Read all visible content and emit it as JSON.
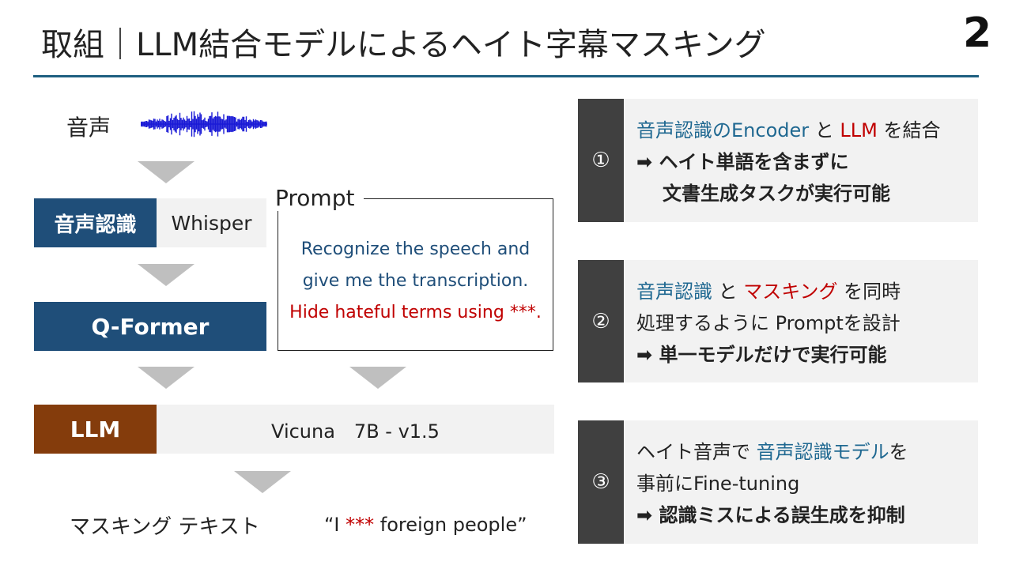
{
  "header": {
    "title": "取組｜LLM結合モデルによるヘイト字幕マスキング",
    "page_number": "2"
  },
  "flow": {
    "audio_label": "音声",
    "asr_label": "音声認識",
    "asr_model": "Whisper",
    "qformer_label": "Q-Former",
    "llm_label": "LLM",
    "llm_model": "Vicuna　7B - v1.5",
    "prompt": {
      "label": "Prompt",
      "line1": "Recognize the speech and",
      "line2": "give me the transcription.",
      "line3": "Hide hateful terms using ***."
    },
    "output_label": "マスキング テキスト",
    "output_example": {
      "open": "“I ",
      "masked": "***",
      "rest": " foreign people”"
    }
  },
  "cards": [
    {
      "number": "①",
      "l1a": "音声認識のEncoder",
      "l1b": " と ",
      "l1c": "LLM",
      "l1d": " を結合",
      "l2": "➡ ヘイト単語を含まずに",
      "l3": "文書生成タスクが実行可能"
    },
    {
      "number": "②",
      "l1a": "音声認識",
      "l1b": " と ",
      "l1c": "マスキング",
      "l1d": " を同時",
      "l2": "処理するように Promptを設計",
      "l3": "➡ 単一モデルだけで実行可能"
    },
    {
      "number": "③",
      "l1a": "ヘイト音声で ",
      "l1b": "音声認識モデル",
      "l1c": "を",
      "l2": "事前にFine-tuning",
      "l3": "➡ 認識ミスによる誤生成を抑制"
    }
  ],
  "colors": {
    "navy": "#1f4e79",
    "brown": "#843c0c",
    "accent_blue": "#1f6891",
    "accent_red": "#c00000",
    "dark_gray": "#404040",
    "rule": "#1e5f80"
  },
  "icons": {
    "waveform": "audio-waveform-icon",
    "flow_arrow": "down-triangle-icon"
  }
}
